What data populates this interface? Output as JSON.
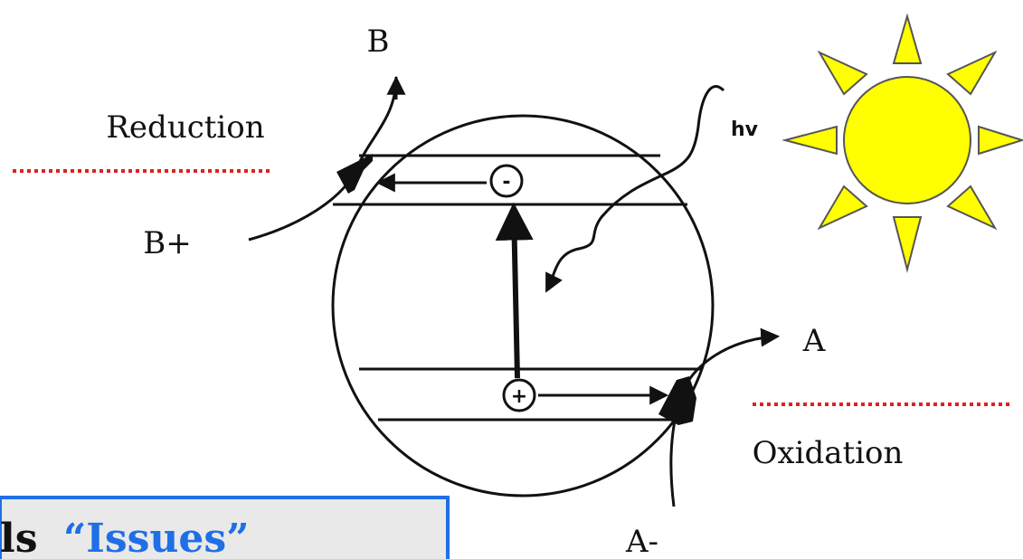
{
  "labels": {
    "b": "B",
    "b_plus": "B+",
    "reduction": "Reduction",
    "hv": "hv",
    "a": "A",
    "a_minus": "A-",
    "oxidation": "Oxidation",
    "electron_sign": "-",
    "hole_sign": "+"
  },
  "banner": {
    "part1": "ls",
    "part2": "“Issues”"
  },
  "colors": {
    "sun_fill": "#ffff00",
    "sun_stroke": "#555555",
    "dotted_line": "#e02020",
    "banner_border": "#1f6fe6",
    "banner_bg": "#e9e9e9",
    "banner_highlight": "#1f6fe6"
  },
  "icons": {
    "sun": "sun-icon",
    "particle": "semiconductor-particle"
  }
}
